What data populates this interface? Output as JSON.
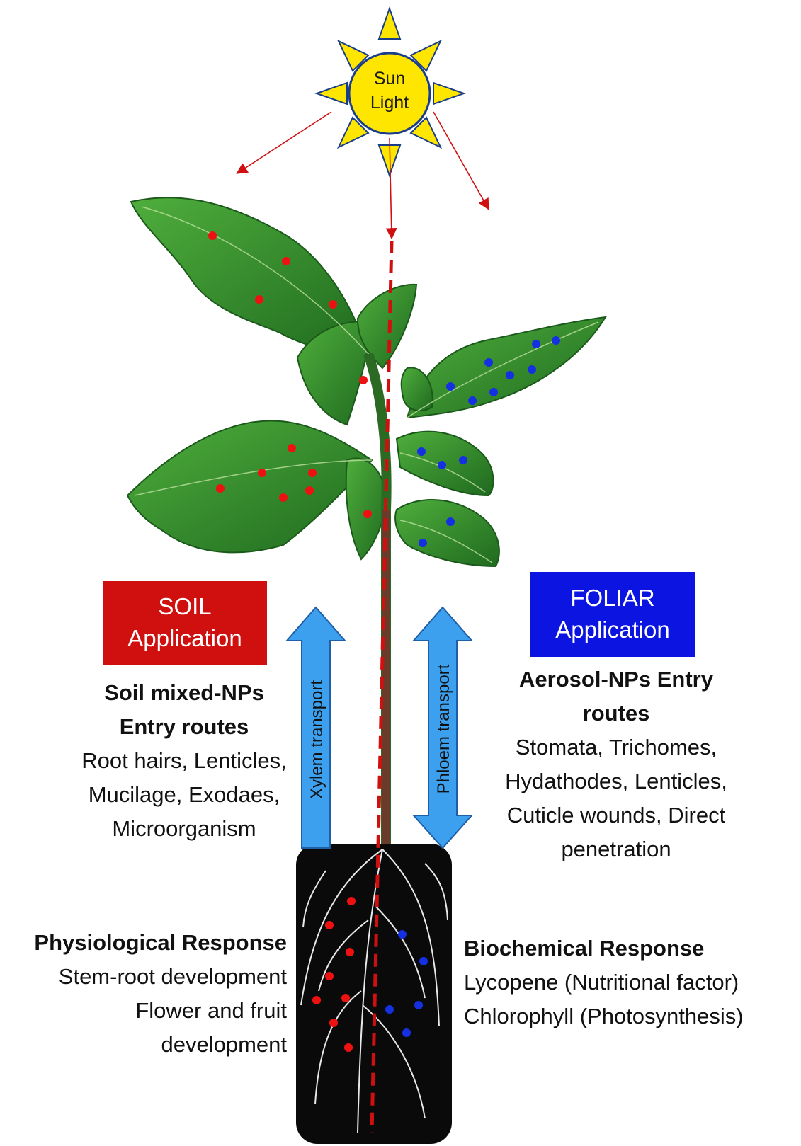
{
  "sun": {
    "line1": "Sun",
    "line2": "Light"
  },
  "soil_box": {
    "line1": "SOIL",
    "line2": "Application",
    "color": "#d0100f"
  },
  "foliar_box": {
    "line1": "FOLIAR",
    "line2": "Application",
    "color": "#0b14e0"
  },
  "xylem_label": "Xylem transport",
  "phloem_label": "Phloem transport",
  "soil_routes": {
    "title1": "Soil mixed-NPs",
    "title2": "Entry routes",
    "lines": [
      "Root hairs, Lenticles,",
      "Mucilage, Exodaes,",
      "Microorganism"
    ]
  },
  "aerosol_routes": {
    "title1": "Aerosol-NPs Entry",
    "title2": "routes",
    "lines": [
      "Stomata, Trichomes,",
      "Hydathodes, Lenticles,",
      "Cuticle wounds, Direct",
      "penetration"
    ]
  },
  "physiological": {
    "title": "Physiological Response",
    "lines": [
      "Stem-root development",
      "Flower and fruit",
      "development"
    ]
  },
  "biochemical": {
    "title": "Biochemical Response",
    "lines": [
      "Lycopene (Nutritional factor)",
      "Chlorophyll (Photosynthesis)"
    ]
  },
  "colors": {
    "arrow_blue": "#3da0ee",
    "sun_yellow": "#ffe600",
    "leaf_green": "#2f8a2a",
    "np_red": "#e11",
    "np_blue": "#1530e0"
  }
}
